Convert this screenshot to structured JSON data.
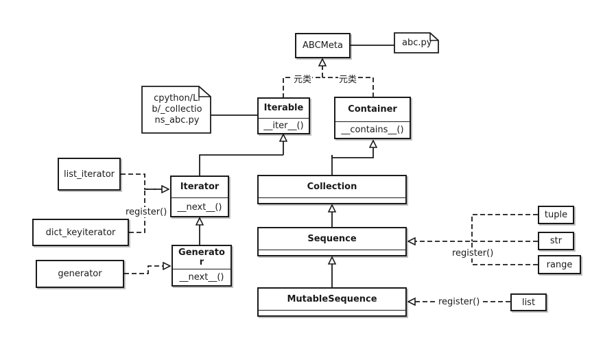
{
  "notes": {
    "abc_py": "abc.py",
    "cpython_path": "cpython/Lib/_collections_abc.py"
  },
  "boxes": {
    "abcmeta": "ABCMeta",
    "list_iterator": "list_iterator",
    "dict_keyiterator": "dict_keyiterator",
    "generator": "generator",
    "tuple": "tuple",
    "str": "str",
    "range": "range",
    "list": "list"
  },
  "classes": {
    "iterable": {
      "name": "Iterable",
      "method": "__iter__()"
    },
    "container": {
      "name": "Container",
      "method": "__contains__()"
    },
    "iterator": {
      "name": "Iterator",
      "method": "__next__()"
    },
    "collection": {
      "name": "Collection",
      "method": ""
    },
    "generator_cls": {
      "name": "Generator",
      "method": "__next__()"
    },
    "sequence": {
      "name": "Sequence",
      "method": ""
    },
    "mutable_sequence": {
      "name": "MutableSequence",
      "method": ""
    }
  },
  "labels": {
    "metaclass_1": "元类",
    "metaclass_2": "元类",
    "register_iter": "register()",
    "register_seq": "register()",
    "register_list": "register()"
  }
}
